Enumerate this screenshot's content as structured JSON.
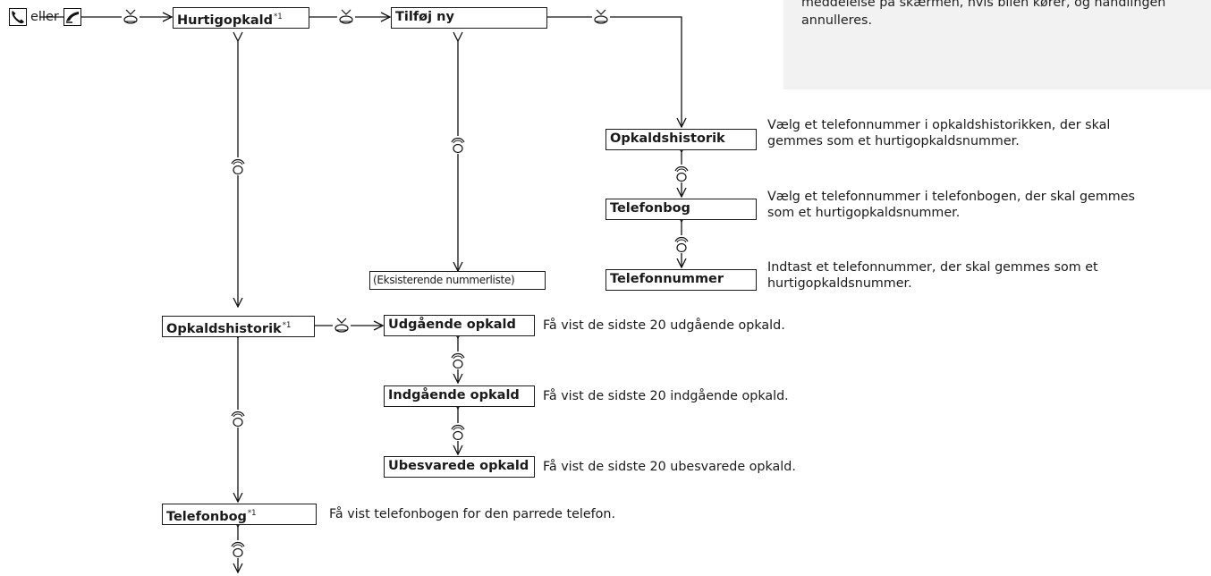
{
  "note": {
    "line1": "meddelelse på skærmen, hvis bilen kører, og handlingen",
    "line2": "annulleres."
  },
  "start": {
    "icon1": "phone-pickup-icon",
    "connector": "eller",
    "icon2": "phone-button-icon"
  },
  "icons": {
    "select": "press-select-icon",
    "rotate": "rotate-knob-icon"
  },
  "boxes": {
    "hurtigopkald": "Hurtigopkald",
    "tilfoj_ny": "Tilføj ny",
    "eksisterende": "(Eksisterende nummerliste)",
    "opkaldshistorik_sub": "Opkaldshistorik",
    "telefonbog_sub": "Telefonbog",
    "telefonnummer": "Telefonnummer",
    "opkaldshistorik_main": "Opkaldshistorik",
    "udgaende": "Udgående opkald",
    "indgaende": "Indgående opkald",
    "ubesvarede": "Ubesvarede opkald",
    "telefonbog_main": "Telefonbog"
  },
  "footnote_mark": "*1",
  "descriptions": {
    "opkaldshistorik_l1": "Vælg et telefonnummer i opkaldshistorikken, der skal",
    "opkaldshistorik_l2": "gemmes som et hurtigopkaldsnummer.",
    "telefonbog_l1": "Vælg et telefonnummer i telefonbogen, der skal gemmes",
    "telefonbog_l2": "som et hurtigopkaldsnummer.",
    "telefonnummer_l1": "Indtast et telefonnummer, der skal gemmes som et",
    "telefonnummer_l2": "hurtigopkaldsnummer.",
    "udgaende": "Få vist de sidste 20 udgående opkald.",
    "indgaende": "Få vist de sidste 20 indgående opkald.",
    "ubesvarede": "Få vist de sidste 20 ubesvarede opkald.",
    "telefonbog": "Få vist telefonbogen for den parrede telefon."
  }
}
